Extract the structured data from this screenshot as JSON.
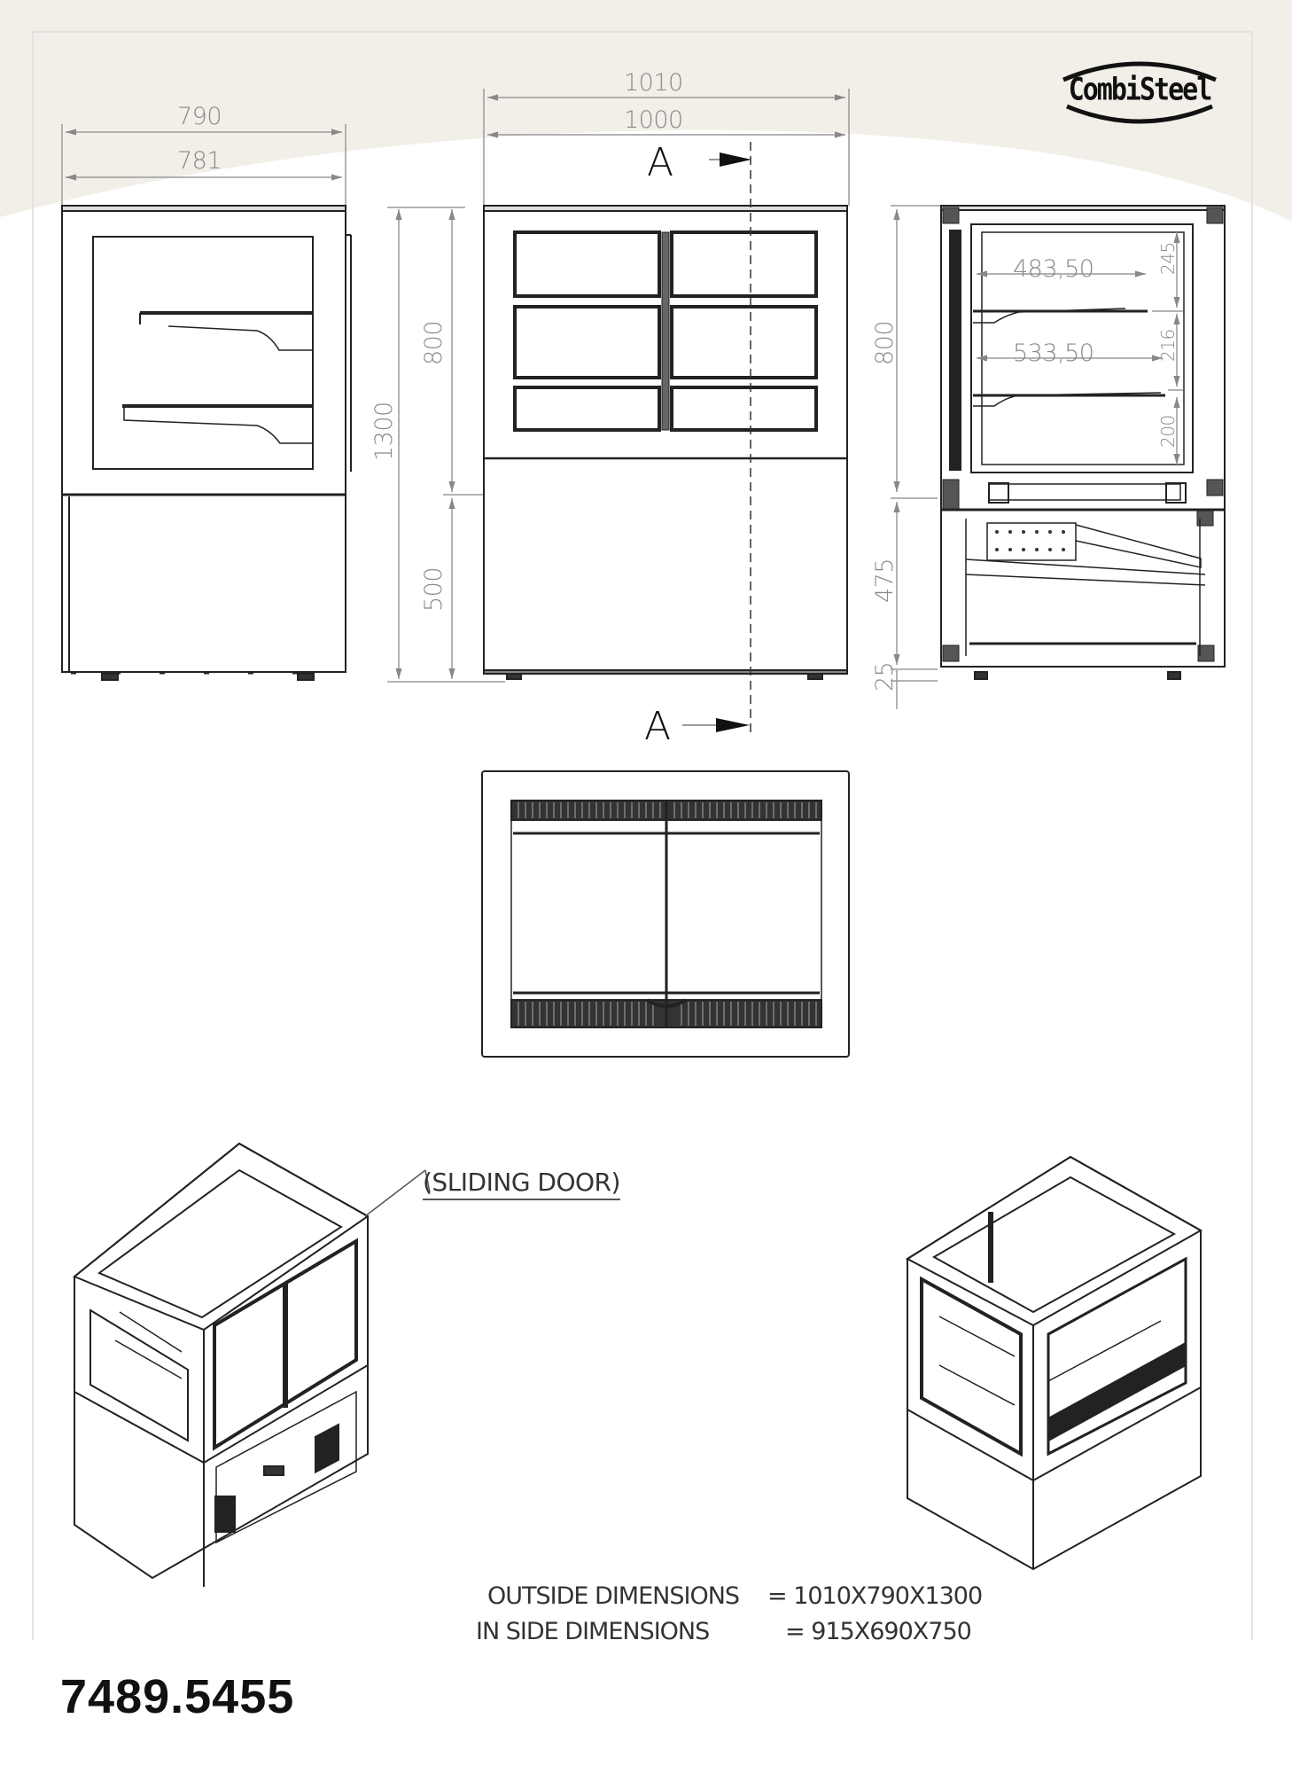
{
  "brand": {
    "logo_text": "CombiSteel"
  },
  "colors": {
    "background_band": "#f2efe8",
    "line": "#1a1a1a",
    "dimension": "#8a8a8a",
    "frame": "#e2e2e0"
  },
  "side_view": {
    "dim_overall_depth": "790",
    "dim_inner_depth": "781",
    "dim_total_height": "1300"
  },
  "front_view": {
    "dim_outer_width": "1010",
    "dim_inner_width": "1000",
    "dim_upper_height": "800",
    "dim_lower_height": "500",
    "section_marker_top": "A",
    "section_marker_bottom": "A"
  },
  "section_view": {
    "dim_total_upper": "800",
    "dim_base": "475",
    "dim_feet": "25",
    "dim_top_shelf_depth": "483,50",
    "dim_bottom_shelf_depth": "533,50",
    "dim_gap_top": "245",
    "dim_gap_middle": "216",
    "dim_gap_bottom": "200"
  },
  "isometric": {
    "callout_label": "(SLIDING DOOR)"
  },
  "dimensions_note": {
    "outside_label": "OUTSIDE DIMENSIONS",
    "outside_value": "= 1010X790X1300",
    "inside_label": "IN SIDE DIMENSIONS",
    "inside_value": "= 915X690X750"
  },
  "product_code": "7489.5455"
}
